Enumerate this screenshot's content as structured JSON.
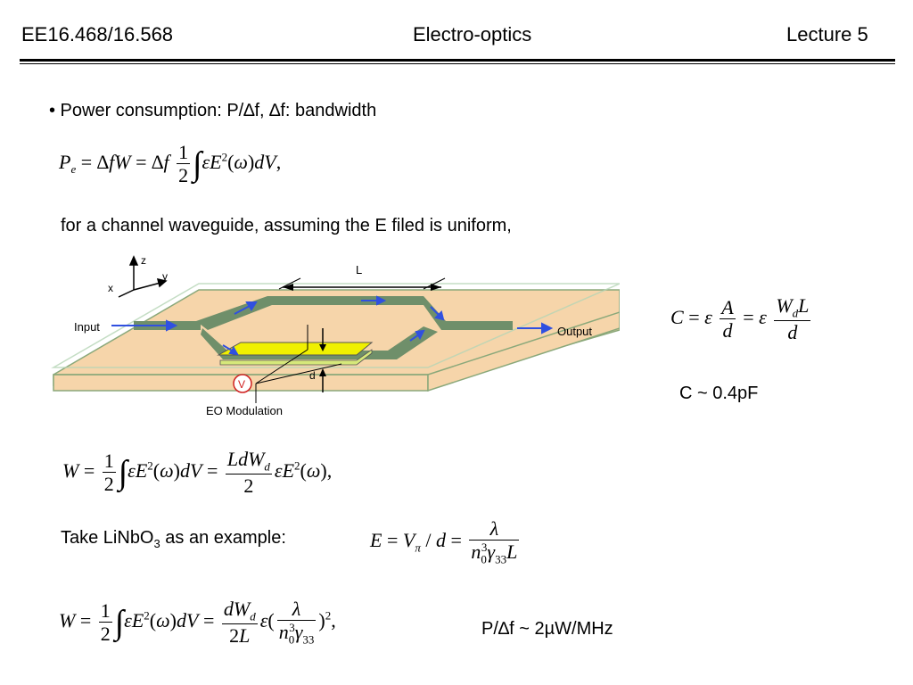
{
  "header": {
    "course": "EE16.468/16.568",
    "title": "Electro-optics",
    "lecture": "Lecture 5"
  },
  "bullet1": "• Power consumption: P/∆f, ∆f: bandwidth",
  "channel_text": "for a channel waveguide, assuming the E filed is uniform,",
  "capacitance_value": "C ~ 0.4pF",
  "example_text_prefix": "Take LiNbO",
  "example_text_sub": "3",
  "example_text_suffix": " as an example:",
  "power_result": "P/∆f ~ 2µW/MHz",
  "diagram": {
    "label_z": "z",
    "label_y": "y",
    "label_x": "x",
    "label_L": "L",
    "label_input": "Input",
    "label_output": "Output",
    "label_d": "d",
    "label_V": "V",
    "label_modulation": "EO Modulation"
  },
  "colors": {
    "substrate": "#f6d5aa",
    "waveguide": "#6f8f6a",
    "electrode": "#f0f000",
    "arrow": "#3050e0",
    "voltage_source": "#d02020"
  }
}
